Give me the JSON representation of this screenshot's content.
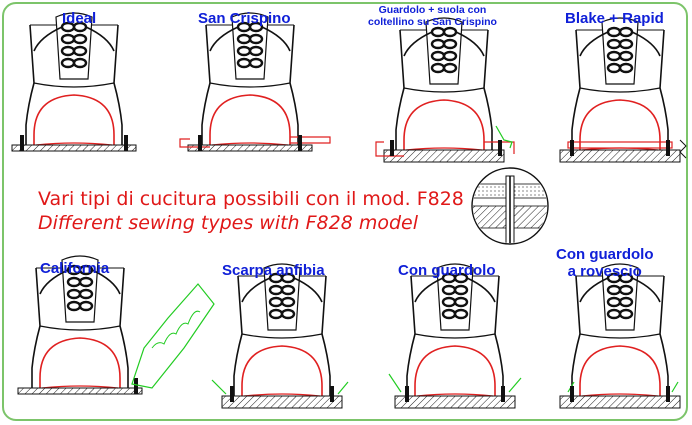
{
  "labels": {
    "ideal": "Ideal",
    "san_crispino": "San Crispino",
    "guardolo_suola": "Guardolo + suola con\ncoltellino su San Crispino",
    "blake_rapid": "Blake + Rapid",
    "california": "California",
    "scarpa_anfibia": "Scarpa anfibia",
    "con_guardolo": "Con guardolo",
    "con_guardolo_rovescio": "Con guardolo\na rovescio"
  },
  "caption": {
    "italian": "Vari tipi di cucitura possibili con il mod. F828",
    "english": "Different  sewing types with F828 model"
  },
  "colors": {
    "frame": "#7cc46a",
    "label": "#1020d8",
    "caption": "#e01818",
    "stitch_red": "#e02020",
    "welt_green": "#22cc22",
    "line": "#111111"
  }
}
